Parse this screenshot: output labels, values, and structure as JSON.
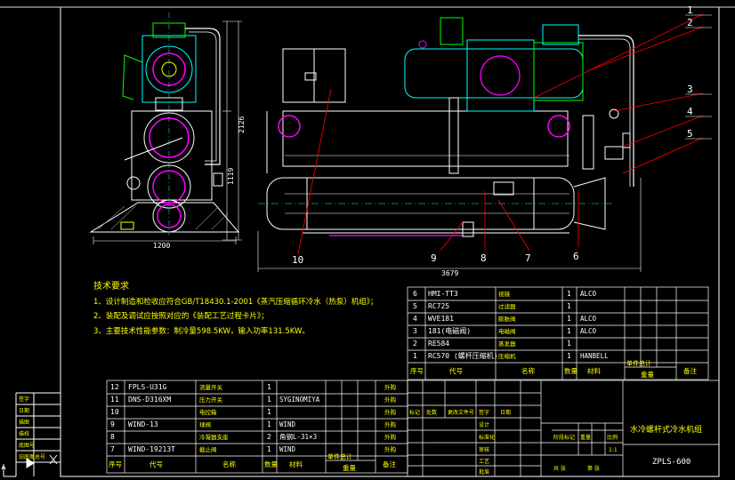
{
  "drawing": {
    "callouts": [
      "1",
      "2",
      "3",
      "4",
      "5",
      "6",
      "7",
      "8",
      "9",
      "10"
    ],
    "dimensions": {
      "end_width": "1200",
      "end_height_total": "2126",
      "end_height_lower": "1119",
      "side_length": "3679"
    }
  },
  "tech_requirements": {
    "title": "技术要求",
    "items": [
      "1、设计制造和检收应符合GB/T18430.1-2001《蒸汽压缩循环冷水（热泵）机组》；",
      "2、装配及调试应按照对应的《装配工艺过程卡片》；",
      "3、主要技术性能参数：制冷量598.5KW，输入功率131.5KW。"
    ]
  },
  "upper_parts_table": {
    "headers": [
      "序号",
      "代号",
      "名称",
      "数量",
      "材料",
      "单件总计",
      "备注"
    ],
    "rows": [
      {
        "no": "6",
        "code": "HMI-TT3",
        "name": "视镜",
        "qty": "1",
        "mat": "ALCO"
      },
      {
        "no": "5",
        "code": "RC725",
        "name": "过滤器",
        "qty": "1",
        "mat": ""
      },
      {
        "no": "4",
        "code": "WVE181",
        "name": "膨胀阀",
        "qty": "1",
        "mat": "ALCO"
      },
      {
        "no": "3",
        "code": "181(电磁阀)",
        "name": "电磁阀",
        "qty": "1",
        "mat": "ALCO"
      },
      {
        "no": "2",
        "code": "RE584",
        "name": "蒸发器",
        "qty": "1",
        "mat": ""
      },
      {
        "no": "1",
        "code": "RC570 (螺杆压缩机)",
        "name": "压缩机",
        "qty": "1",
        "mat": "HANBELL"
      }
    ],
    "weight_header": "重量"
  },
  "lower_parts_table": {
    "headers": [
      "序号",
      "代号",
      "名称",
      "数量",
      "材料",
      "单件总计",
      "备注"
    ],
    "rows": [
      {
        "no": "12",
        "code": "FPLS-U31G",
        "name": "流量开关",
        "qty": "1",
        "mat": "",
        "note": "外购"
      },
      {
        "no": "11",
        "code": "DNS-D316XM",
        "name": "压力开关",
        "qty": "1",
        "mat": "SYGINOMIYA",
        "note": "外购"
      },
      {
        "no": "10",
        "code": "",
        "name": "电控箱",
        "qty": "1",
        "mat": "",
        "note": "外购"
      },
      {
        "no": "9",
        "code": "WIND-13",
        "name": "球阀",
        "qty": "1",
        "mat": "WIND",
        "note": "外购"
      },
      {
        "no": "8",
        "code": "",
        "name": "冷凝器支座",
        "qty": "2",
        "mat": "角钢L-31×3",
        "note": "外购"
      },
      {
        "no": "7",
        "code": "WIND-19213T",
        "name": "截止阀",
        "qty": "1",
        "mat": "WIND",
        "note": "外购"
      }
    ],
    "weight_header": "重量"
  },
  "title_block": {
    "product_name": "水冷螺杆式冷水机组",
    "drawing_no": "ZPLS-600",
    "labels": [
      "标记",
      "处数",
      "更改文件号",
      "签字",
      "日期",
      "设计",
      "审核",
      "工艺",
      "标准化",
      "批准",
      "阶段标记",
      "重量",
      "比例",
      "共 张",
      "第 张"
    ],
    "scale": "1:1"
  },
  "left_margin_labels": [
    "签字",
    "日期",
    "描图",
    "描校",
    "底图号",
    "旧底图总号"
  ]
}
